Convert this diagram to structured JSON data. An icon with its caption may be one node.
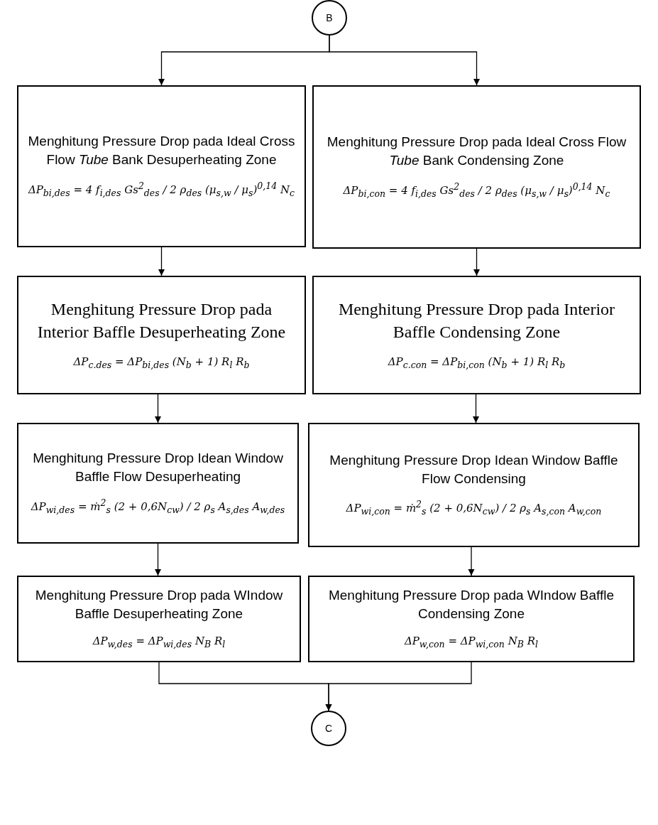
{
  "diagram": {
    "nodes": [
      {
        "text": [
          "B"
        ]
      },
      {
        "text": [
          "Menghitung Pressure Drop pada Ideal Cross Flow *Tube* Bank Desuperheating Zone",
          "ΔP$_{bi,des}$ = 4 f$_{i,des}$ Gs$^{2}$$_{des}$ / 2 ρ$_{des}$ (μ$_{s,w}$ / μ$_{s}$)$^{0,14}$ N$_{c}$"
        ]
      },
      {
        "text": [
          "Menghitung Pressure Drop pada Ideal Cross Flow *Tube* Bank Condensing Zone",
          "ΔP$_{bi,con}$ = 4 f$_{i,des}$ Gs$^{2}$$_{des}$ / 2 ρ$_{des}$ (μ$_{s,w}$ / μ$_{s}$)$^{0,14}$ N$_{c}$"
        ]
      },
      {
        "text": [
          "Menghitung Pressure Drop pada Interior Baffle Desuperheating Zone",
          "ΔP$_{c.des}$ = ΔP$_{bi,des}$ (N$_{b}$ + 1) R$_{l}$ R$_{b}$"
        ]
      },
      {
        "text": [
          "Menghitung Pressure Drop pada Interior Baffle Condensing Zone",
          "ΔP$_{c.con}$ = ΔP$_{bi,con}$ (N$_{b}$ + 1) R$_{l}$ R$_{b}$"
        ]
      },
      {
        "text": [
          "Menghitung Pressure Drop Idean Window Baffle Flow Desuperheating",
          "ΔP$_{wi,des}$ = ṁ$^{2}$$_{s}$ (2 + 0,6N$_{cw}$) / 2 ρ$_{s}$ A$_{s,des}$ A$_{w,des}$"
        ]
      },
      {
        "text": [
          "Menghitung Pressure Drop Idean Window Baffle Flow Condensing",
          "ΔP$_{wi,con}$ = ṁ$^{2}$$_{s}$ (2 + 0,6N$_{cw}$) / 2 ρ$_{s}$ A$_{s,con}$ A$_{w,con}$"
        ]
      },
      {
        "text": [
          "Menghitung Pressure Drop pada WIndow Baffle Desuperheating Zone",
          "ΔP$_{w,des}$ = ΔP$_{wi,des}$ N$_{B}$ R$_{l}$"
        ]
      },
      {
        "text": [
          "Menghitung Pressure Drop pada WIndow Baffle Condensing Zone",
          "ΔP$_{w,con}$ = ΔP$_{wi,con}$ N$_{B}$ R$_{l}$"
        ]
      },
      {
        "text": [
          "C"
        ]
      }
    ],
    "edges": [
      {
        "from": 0,
        "to": 1,
        "arrow": "to"
      },
      {
        "from": 0,
        "to": 2,
        "arrow": "to"
      },
      {
        "from": 1,
        "to": 3,
        "arrow": "to"
      },
      {
        "from": 2,
        "to": 4,
        "arrow": "to"
      },
      {
        "from": 3,
        "to": 5,
        "arrow": "to"
      },
      {
        "from": 4,
        "to": 6,
        "arrow": "to"
      },
      {
        "from": 5,
        "to": 7,
        "arrow": "to"
      },
      {
        "from": 6,
        "to": 8,
        "arrow": "to"
      },
      {
        "from": 7,
        "to": 9,
        "arrow": "to"
      },
      {
        "from": 8,
        "to": 9,
        "arrow": "to"
      }
    ]
  }
}
